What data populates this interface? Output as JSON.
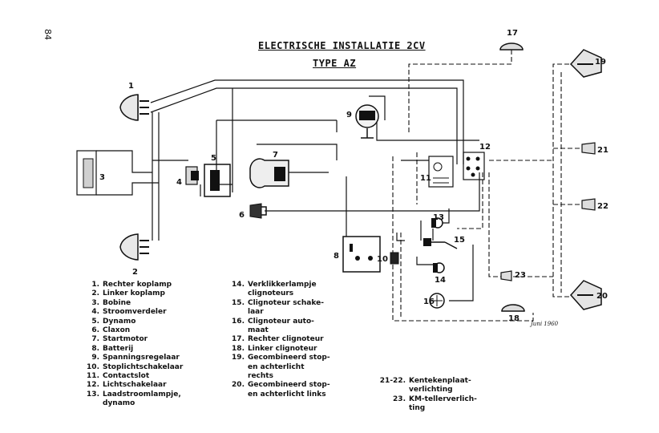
{
  "page_number": "84",
  "title": "ELECTRISCHE  INSTALLATIE  2CV",
  "subtitle": "TYPE  AZ",
  "date_note": "Juni 1960",
  "components": [
    "1",
    "2",
    "3",
    "4",
    "5",
    "6",
    "7",
    "8",
    "9",
    "10",
    "11",
    "12",
    "13",
    "14",
    "15",
    "16",
    "17",
    "18",
    "19",
    "20",
    "21",
    "22",
    "23"
  ],
  "legend_col1": [
    {
      "num": "1.",
      "text": "Rechter koplamp"
    },
    {
      "num": "2.",
      "text": "Linker koplamp"
    },
    {
      "num": "3.",
      "text": "Bobine"
    },
    {
      "num": "4.",
      "text": "Stroomverdeler"
    },
    {
      "num": "5.",
      "text": "Dynamo"
    },
    {
      "num": "6.",
      "text": "Claxon"
    },
    {
      "num": "7.",
      "text": "Startmotor"
    },
    {
      "num": "8.",
      "text": "Batterij"
    },
    {
      "num": "9.",
      "text": "Spanningsregelaar"
    },
    {
      "num": "10.",
      "text": "Stoplichtschakelaar"
    },
    {
      "num": "11.",
      "text": "Contactslot"
    },
    {
      "num": "12.",
      "text": "Lichtschakelaar"
    },
    {
      "num": "13.",
      "text": "Laadstroomlampje,\ndynamo"
    }
  ],
  "legend_col2": [
    {
      "num": "14.",
      "text": "Verklikkerlampje\nclignoteurs"
    },
    {
      "num": "15.",
      "text": "Clignoteur schake-\nlaar"
    },
    {
      "num": "16.",
      "text": "Clignoteur auto-\nmaat"
    },
    {
      "num": "17.",
      "text": "Rechter clignoteur"
    },
    {
      "num": "18.",
      "text": "Linker clignoteur"
    },
    {
      "num": "19.",
      "text": "Gecombineerd stop-\nen achterlicht\nrechts"
    },
    {
      "num": "20.",
      "text": "Gecombineerd stop-\nen achterlicht links"
    }
  ],
  "legend_col3": [
    {
      "num": "21-22.",
      "text": "Kentekenplaat-\nverlichting"
    },
    {
      "num": "23.",
      "text": "KM-tellerverlich-\nting"
    }
  ]
}
